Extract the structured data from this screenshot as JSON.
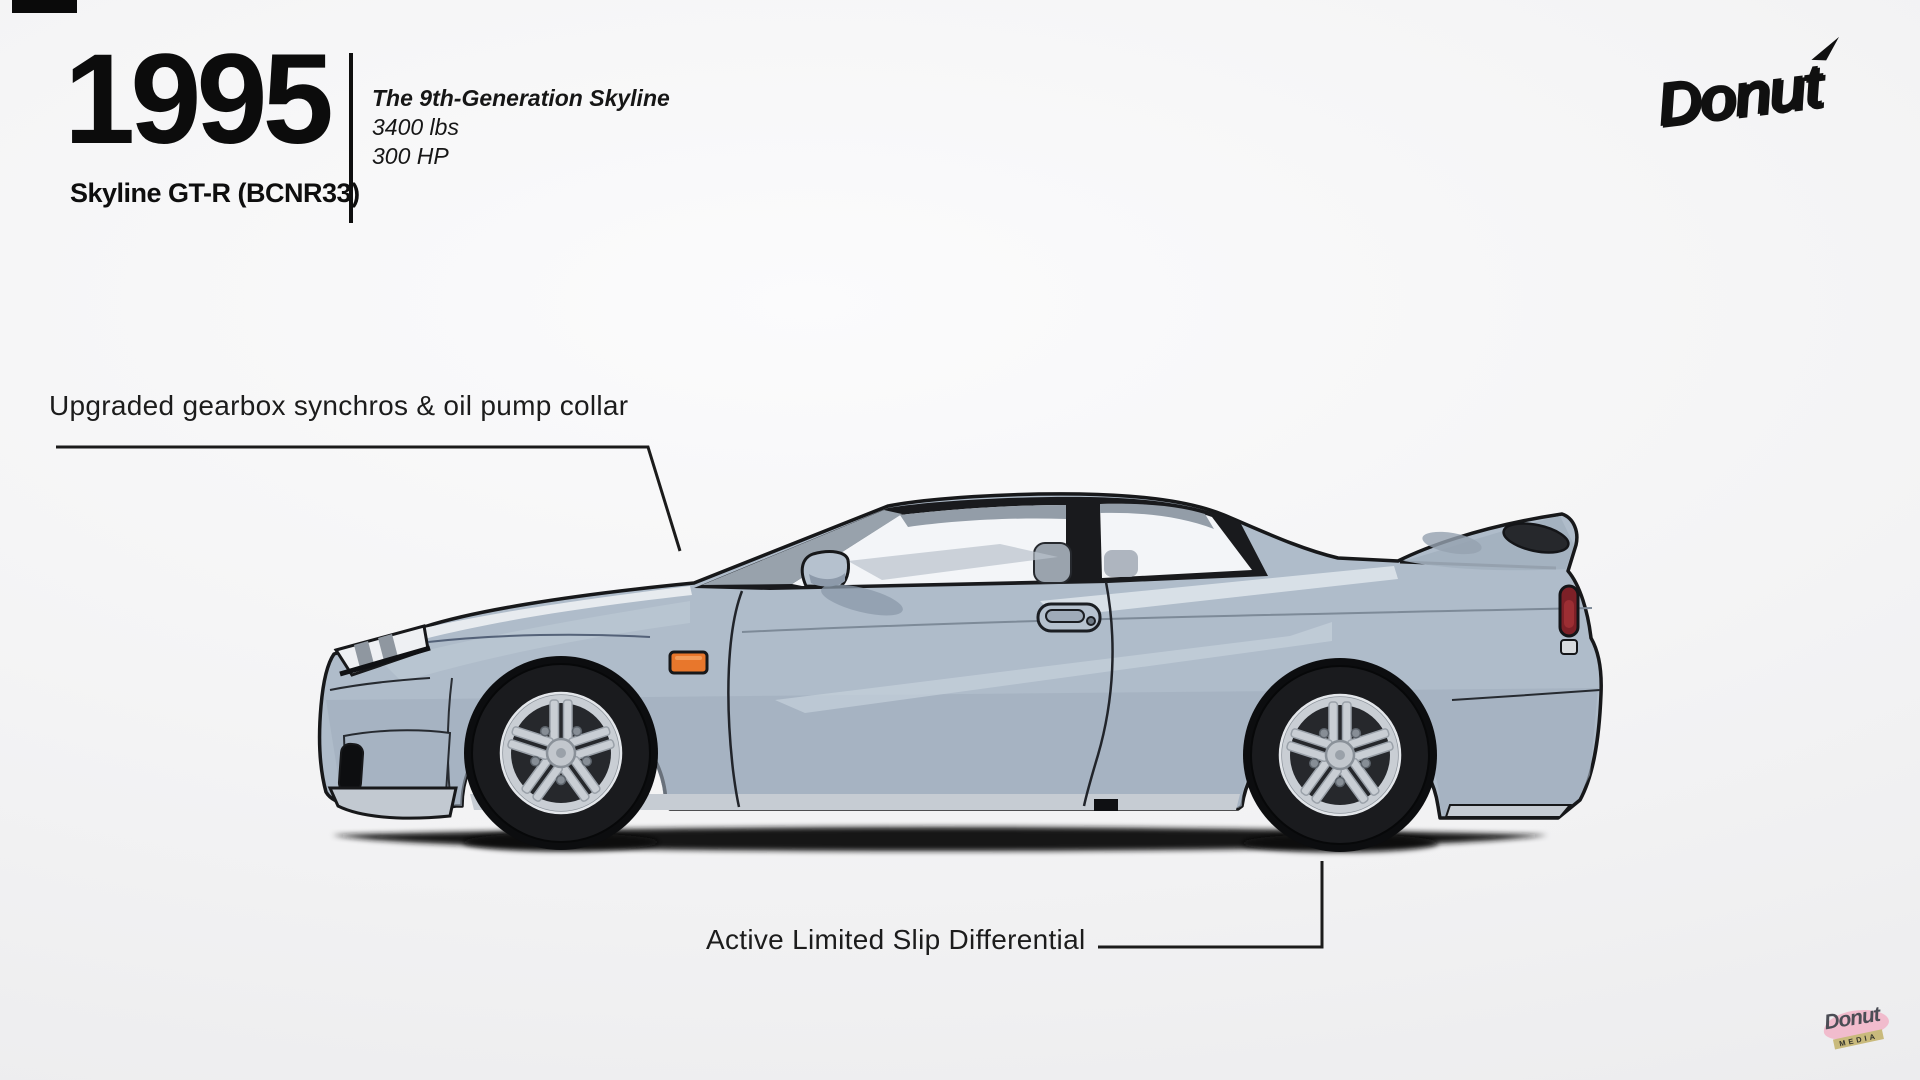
{
  "header": {
    "year": "1995",
    "model": "Skyline GT-R (BCNR33)"
  },
  "specs": {
    "generation": "The 9th-Generation Skyline",
    "weight": "3400 lbs",
    "power": "300 HP"
  },
  "brand": {
    "logo_text": "Donut",
    "watermark_text": "Donut",
    "watermark_sub": "MEDIA"
  },
  "annotations": [
    {
      "id": "gearbox",
      "label": "Upgraded gearbox synchros & oil pump collar"
    },
    {
      "id": "differential",
      "label": "Active Limited Slip Differential"
    }
  ],
  "car": {
    "name": "Nissan Skyline GT-R (BCNR33) side-view illustration",
    "colors": {
      "body": "#afbcca",
      "body_shadow": "#a0aebd",
      "rocker_light": "#c6ccd3",
      "hood_highlight": "#e7ebef",
      "outline": "#17181a",
      "glass": "#f3f5f8",
      "greenhouse_trim": "#191a1d",
      "tire": "#1a1b1e",
      "rim": "#c9ced4",
      "marker_orange": "#e8772c",
      "taillight_red": "#7d2027",
      "callout_line": "#1b1b1b",
      "watermark_pink": "#f1bccd",
      "watermark_khaki": "#c9ba7c"
    }
  }
}
